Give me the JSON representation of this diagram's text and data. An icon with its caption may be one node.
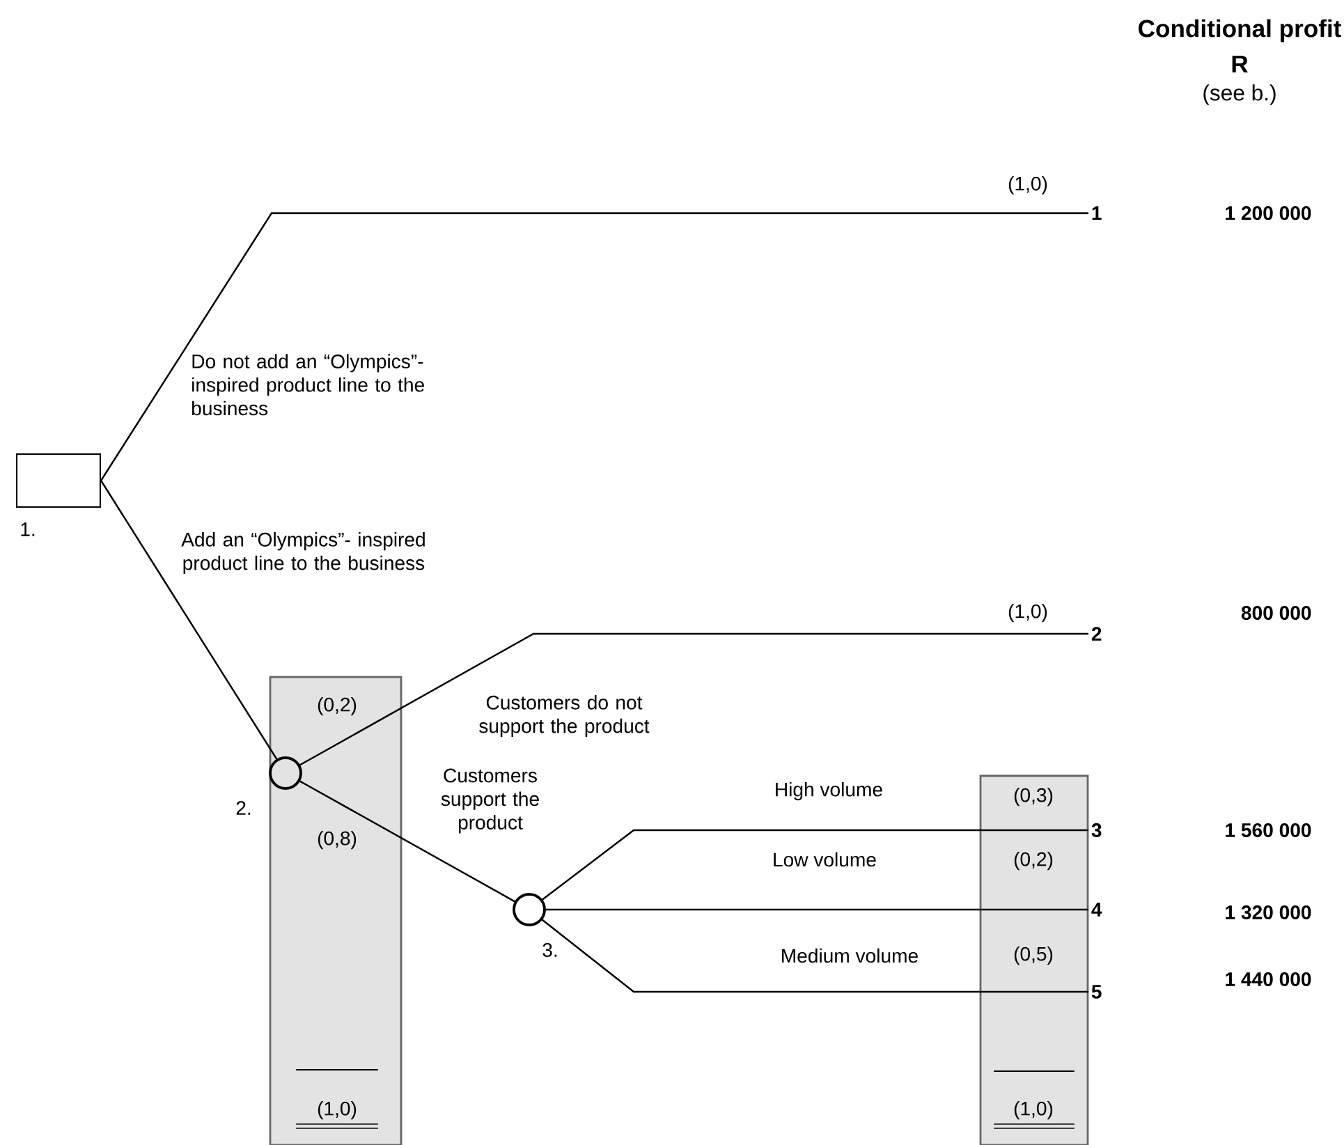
{
  "diagram": {
    "title": "Conditional profit",
    "nodes": [
      {
        "text": [],
        "shape": "box",
        "beside": [
          "1."
        ]
      },
      {
        "text": [
          "1"
        ]
      },
      {
        "text": [
          "2"
        ]
      },
      {
        "text": [
          "(0,2)",
          "(0,8)",
          "(1,0)"
        ]
      },
      {
        "text": [],
        "shape": "circle",
        "in": 3,
        "beside": [
          "2."
        ]
      },
      {
        "text": [],
        "shape": "circle",
        "beside": [
          "3."
        ]
      },
      {
        "text": [
          "3"
        ]
      },
      {
        "text": [
          "4"
        ]
      },
      {
        "text": [
          "5"
        ]
      }
    ],
    "edges": [
      {
        "from": 0,
        "to": 1,
        "arrow": "none",
        "label": "Do not add an “Olympics”- inspired product line to the business"
      },
      {
        "from": 0,
        "to": 4,
        "arrow": "none",
        "label": "Add an “Olympics”- inspired product line to the business"
      },
      {
        "from": 4,
        "to": 2,
        "arrow": "none",
        "label": "Customers do not support the product"
      },
      {
        "from": 4,
        "to": 5,
        "arrow": "none",
        "label": "Customers support the product"
      },
      {
        "from": 5,
        "to": 6,
        "arrow": "none",
        "label": "High volume"
      },
      {
        "from": 5,
        "to": 7,
        "arrow": "none",
        "label": "Low volume"
      },
      {
        "from": 5,
        "to": 8,
        "arrow": "none",
        "label": "Medium volume"
      }
    ],
    "labels": [
      "R",
      "(see b.)",
      "(1,0)",
      "1 200 000",
      "(1,0)",
      "800 000",
      "(0,3)",
      "1 560 000",
      "(0,2)",
      "1 320 000",
      "(0,5)",
      "1 440 000",
      "(1,0)"
    ]
  }
}
